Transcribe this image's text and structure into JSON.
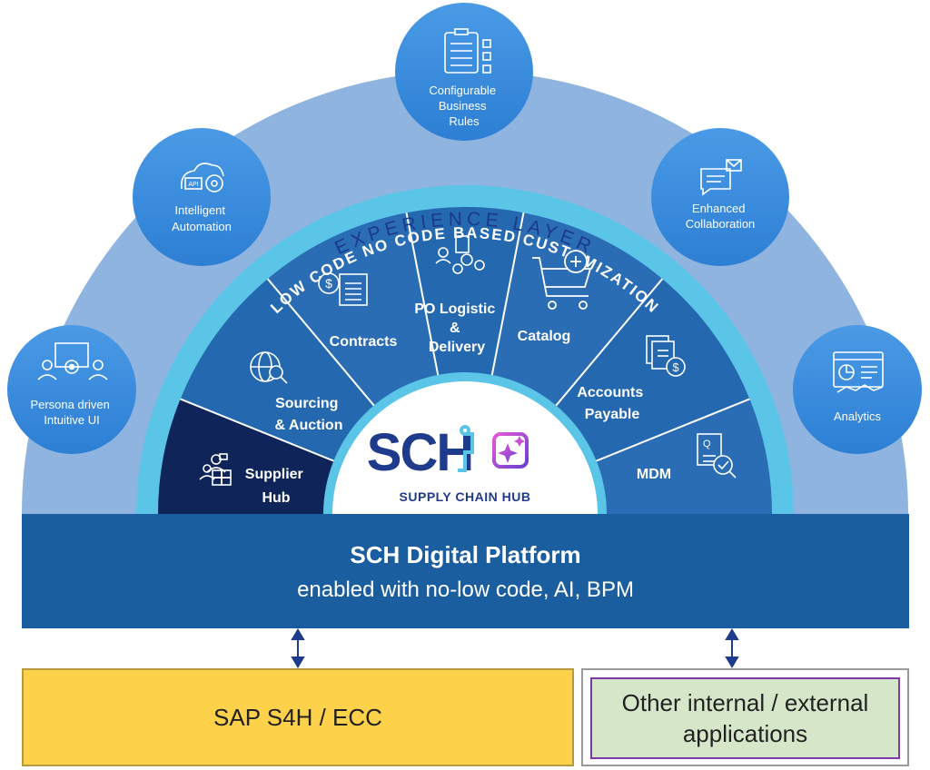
{
  "experience_layer": "EXPERIENCE LAYER",
  "customization": "LOW CODE  NO CODE  BASED  CUSTOMIZATION",
  "features": {
    "persona_ui": [
      "Persona driven",
      "Intuitive UI"
    ],
    "intelligent_automation": [
      "Intelligent",
      "Automation"
    ],
    "configurable_rules": [
      "Configurable",
      "Business",
      "Rules"
    ],
    "enhanced_collaboration": [
      "Enhanced",
      "Collaboration"
    ],
    "analytics": [
      "Analytics"
    ]
  },
  "api_label": "API",
  "modules": {
    "supplier_hub": [
      "Supplier",
      "Hub"
    ],
    "sourcing_auction": [
      "Sourcing",
      "& Auction"
    ],
    "contracts": [
      "Contracts"
    ],
    "po_logistic": [
      "PO Logistic",
      "&",
      "Delivery"
    ],
    "catalog": [
      "Catalog"
    ],
    "accounts_payable": [
      "Accounts",
      "Payable"
    ],
    "mdm": [
      "MDM"
    ]
  },
  "hub": {
    "logo_text": "SCH",
    "subtitle": "SUPPLY CHAIN HUB"
  },
  "platform": {
    "title": "SCH Digital Platform",
    "subtitle": "enabled with no-low code, AI, BPM"
  },
  "systems": {
    "sap": "SAP S4H / ECC",
    "other": [
      "Other internal / external",
      "applications"
    ]
  },
  "colors": {
    "outer_arc": "#8fb4df",
    "ring": "#5bc5e8",
    "sector_a": "#2a6db4",
    "sector_b": "#2468b0",
    "sector_dark": "#0f2458",
    "bubble": "#3b8fe0",
    "platform": "#1b5e9f",
    "sap": "#fdd14a",
    "other_fill": "#d6e7c9",
    "other_border": "#7b3aa8"
  }
}
